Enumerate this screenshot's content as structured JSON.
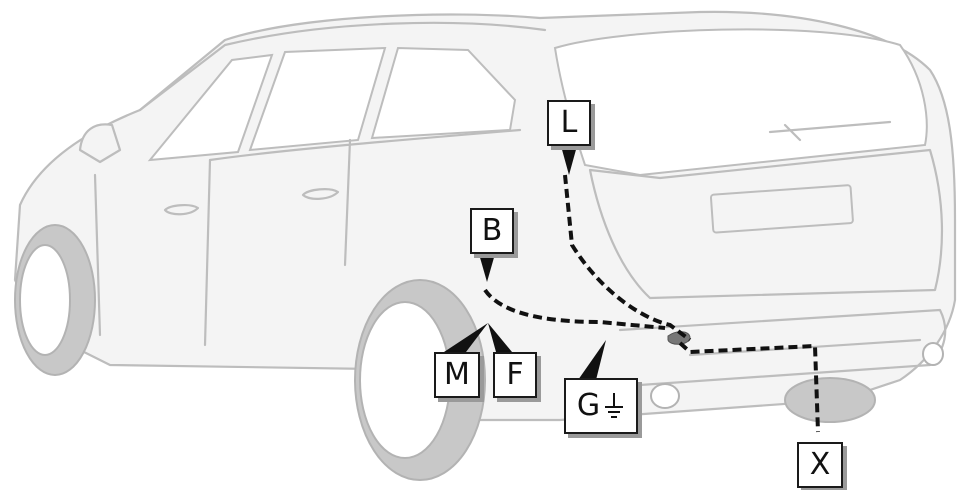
{
  "labels": {
    "L": "L",
    "B": "B",
    "M": "M",
    "F": "F",
    "G": "G",
    "X": "X"
  },
  "icons": {
    "ground": "ground-symbol"
  },
  "colors": {
    "outline": "#bdbdbd",
    "harness": "#111111",
    "label_border": "#1a1a1a",
    "label_shadow": "#9a9a9a",
    "tire": "#c8c8c8"
  }
}
